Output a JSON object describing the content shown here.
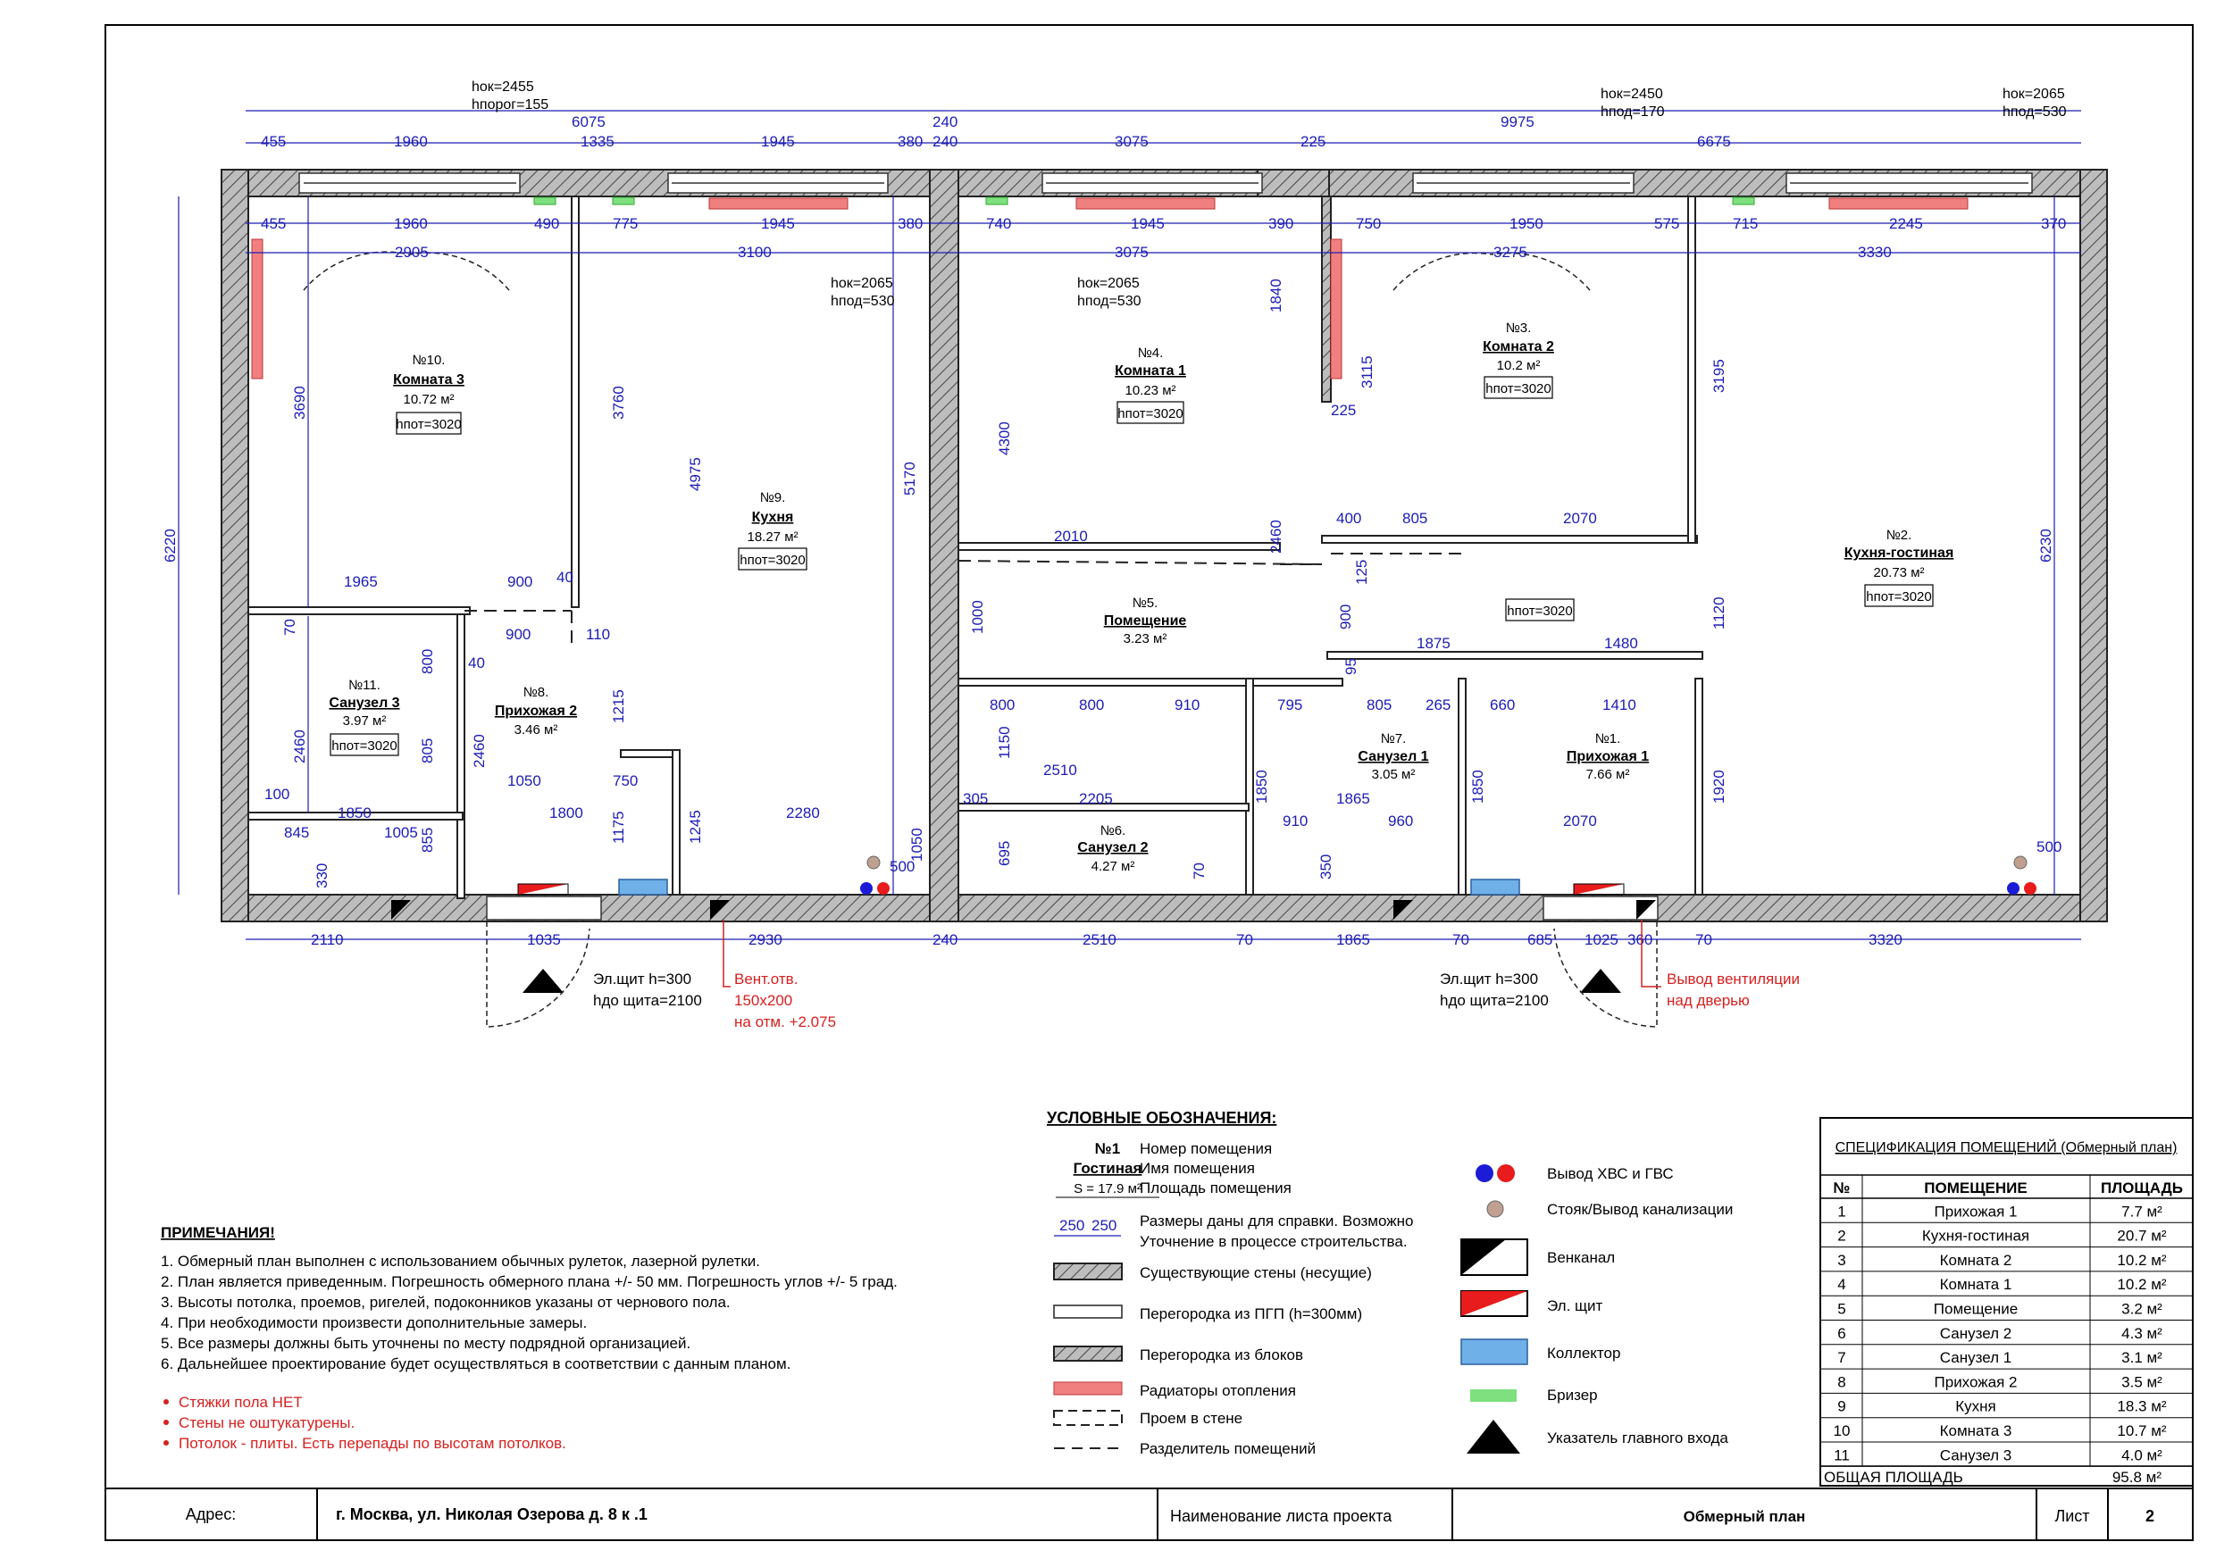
{
  "rooms": [
    {
      "num": "№1.",
      "name": "Прихожая 1",
      "area": "7.66 м²",
      "h": ""
    },
    {
      "num": "№2.",
      "name": "Кухня-гостиная",
      "area": "20.73 м²",
      "h": "hпот=3020"
    },
    {
      "num": "№3.",
      "name": "Комната 2",
      "area": "10.2 м²",
      "h": "hпот=3020"
    },
    {
      "num": "№4.",
      "name": "Комната 1",
      "area": "10.23 м²",
      "h": "hпот=3020"
    },
    {
      "num": "№5.",
      "name": "Помещение",
      "area": "3.23 м²",
      "h": ""
    },
    {
      "num": "№6.",
      "name": "Санузел 2",
      "area": "4.27 м²",
      "h": ""
    },
    {
      "num": "№7.",
      "name": "Санузел 1",
      "area": "3.05 м²",
      "h": ""
    },
    {
      "num": "№8.",
      "name": "Прихожая 2",
      "area": "3.46 м²",
      "h": ""
    },
    {
      "num": "№9.",
      "name": "Кухня",
      "area": "18.27 м²",
      "h": "hпот=3020"
    },
    {
      "num": "№10.",
      "name": "Комната 3",
      "area": "10.72 м²",
      "h": "hпот=3020"
    },
    {
      "num": "№11.",
      "name": "Санузел 3",
      "area": "3.97 м²",
      "h": "hпот=3020"
    }
  ],
  "extra_h": "hпот=3020",
  "window_notes": {
    "w1_a": "hок=2455",
    "w1_b": "hпорог=155",
    "w2_a": "hок=2065",
    "w2_b": "hпод=530",
    "w3_a": "hок=2065",
    "w3_b": "hпод=530",
    "w4_a": "hок=2450",
    "w4_b": "hпод=170",
    "w5_a": "hок=2065",
    "w5_b": "hпод=530"
  },
  "dims": {
    "top_total_left": "6075",
    "top_total_mid": "240",
    "top_total_right": "9975",
    "top2": [
      "455",
      "1960",
      "1335",
      "1945",
      "380",
      "240",
      "3075",
      "225",
      "6675"
    ],
    "top3": [
      "455",
      "1960",
      "490",
      "775",
      "1945",
      "380",
      "740",
      "1945",
      "390",
      "750",
      "1950",
      "575",
      "715",
      "2245",
      "370"
    ],
    "top4": [
      "2905",
      "3100",
      "3075",
      "3275",
      "3330"
    ],
    "bottom": [
      "2110",
      "1035",
      "2930",
      "240",
      "2510",
      "70",
      "1865",
      "70",
      "685",
      "1025",
      "360",
      "70",
      "3320"
    ],
    "left": [
      "6220",
      "3690",
      "2460"
    ],
    "inner": [
      "1965",
      "900",
      "40",
      "70",
      "900",
      "110",
      "40",
      "800",
      "1215",
      "3760",
      "4975",
      "5170",
      "2460",
      "805",
      "1050",
      "750",
      "1850",
      "1005",
      "1800",
      "2280",
      "1175",
      "1245",
      "855",
      "845",
      "100",
      "330",
      "1050",
      "500",
      "4300",
      "1840",
      "2010",
      "1000",
      "800",
      "800",
      "910",
      "1150",
      "2510",
      "2205",
      "305",
      "695",
      "70",
      "3115",
      "225",
      "400",
      "805",
      "2070",
      "2460",
      "125",
      "900",
      "95",
      "1875",
      "1480",
      "795",
      "805",
      "265",
      "660",
      "1410",
      "1850",
      "1865",
      "910",
      "960",
      "350",
      "1850",
      "2070",
      "3195",
      "1120",
      "1920",
      "6230",
      "500"
    ]
  },
  "annotations": {
    "el_left_a": "Эл.щит h=300",
    "el_left_b": "hдо щита=2100",
    "vent_a": "Вент.отв.",
    "vent_b": "150х200",
    "vent_c": "на отм. +2.075",
    "el_right_a": "Эл.щит h=300",
    "el_right_b": "hдо щита=2100",
    "vent_right_a": "Вывод вентиляции",
    "vent_right_b": "над дверью"
  },
  "legend": {
    "title": "УСЛОВНЫЕ ОБОЗНАЧЕНИЯ:",
    "sample_num": "№1",
    "sample_name": "Гостиная",
    "sample_area": "S = 17.9 м²",
    "sample_lines": [
      "Номер помещения",
      "Имя помещения",
      "Площадь помещения"
    ],
    "dim_sample": [
      "250",
      "250"
    ],
    "items_left": [
      "Размеры даны для справки. Возможно",
      "Уточнение в процессе строительства.",
      "Существующие стены (несущие)",
      "Перегородка из ПГП (h=300мм)",
      "Перегородка из блоков",
      "Радиаторы отопления",
      "Проем в стене",
      "Разделитель помещений"
    ],
    "items_right": [
      "Вывод ХВС и ГВС",
      "Стояк/Вывод канализации",
      "Венканал",
      "Эл. щит",
      "Коллектор",
      "Бризер",
      "Указатель главного входа"
    ]
  },
  "notes": {
    "title": "ПРИМЕЧАНИЯ!",
    "lines": [
      "1. Обмерный план выполнен с использованием обычных рулеток, лазерной рулетки.",
      "2. План является приведенным. Погрешность обмерного плана +/- 50 мм. Погрешность углов +/- 5 град.",
      "3. Высоты потолка, проемов, ригелей, подоконников указаны от чернового пола.",
      "4. При необходимости произвести дополнительные замеры.",
      "5. Все размеры должны быть уточнены по месту подрядной организацией.",
      "6. Дальнейшее проектирование будет осуществляться в соответствии с данным планом."
    ],
    "red_lines": [
      "Стяжки пола НЕТ",
      "Стены не оштукатурены.",
      "Потолок - плиты. Есть перепады по высотам потолков."
    ]
  },
  "spec": {
    "title": "СПЕЦИФИКАЦИЯ ПОМЕЩЕНИЙ (Обмерный план)",
    "headers": [
      "№",
      "ПОМЕЩЕНИЕ",
      "ПЛОЩАДЬ"
    ],
    "rows": [
      [
        "1",
        "Прихожая 1",
        "7.7 м²"
      ],
      [
        "2",
        "Кухня-гостиная",
        "20.7 м²"
      ],
      [
        "3",
        "Комната 2",
        "10.2 м²"
      ],
      [
        "4",
        "Комната 1",
        "10.2 м²"
      ],
      [
        "5",
        "Помещение",
        "3.2 м²"
      ],
      [
        "6",
        "Санузел 2",
        "4.3 м²"
      ],
      [
        "7",
        "Санузел 1",
        "3.1 м²"
      ],
      [
        "8",
        "Прихожая 2",
        "3.5 м²"
      ],
      [
        "9",
        "Кухня",
        "18.3 м²"
      ],
      [
        "10",
        "Комната 3",
        "10.7 м²"
      ],
      [
        "11",
        "Санузел 3",
        "4.0 м²"
      ]
    ],
    "total_label": "ОБЩАЯ ПЛОЩАДЬ",
    "total_value": "95.8 м²"
  },
  "stamp": {
    "address_label": "Адрес:",
    "address_value": "г. Москва, ул. Николая Озерова д. 8 к .1",
    "sheet_name_label": "Наименование листа проекта",
    "sheet_name_value": "Обмерный план",
    "sheet_label": "Лист",
    "sheet_value": "2"
  },
  "colors": {
    "dimension": "#1c1cb4",
    "radiator": "#f08080",
    "collector": "#6fb0e8",
    "breather": "#7ee07e",
    "panel_red": "#e81c1c",
    "note_red": "#d62020"
  },
  "icons": [
    "water-supply-icon",
    "sewer-riser-icon",
    "vent-channel-icon",
    "electric-panel-icon",
    "collector-icon",
    "breather-icon",
    "main-entrance-icon"
  ]
}
